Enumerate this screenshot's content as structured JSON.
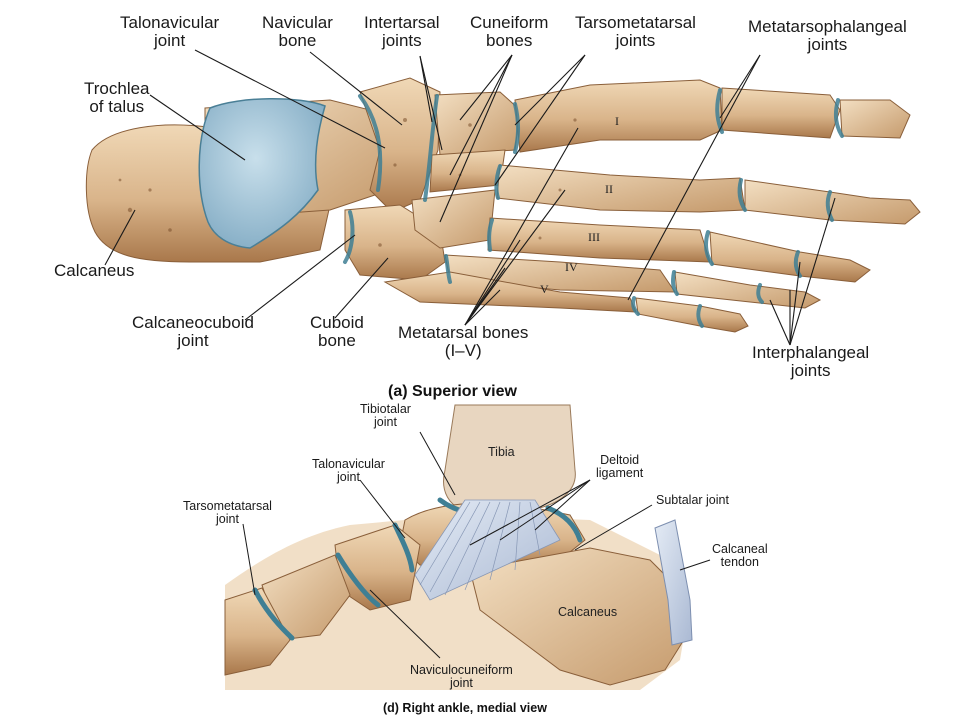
{
  "superior": {
    "caption": "(a) Superior view",
    "labels": {
      "talonavicular_1": "Talonavicular",
      "talonavicular_2": "joint",
      "navicular_1": "Navicular",
      "navicular_2": "bone",
      "intertarsal_1": "Intertarsal",
      "intertarsal_2": "joints",
      "cuneiform_1": "Cuneiform",
      "cuneiform_2": "bones",
      "tarsometatarsal_1": "Tarsometatarsal",
      "tarsometatarsal_2": "joints",
      "mtp_1": "Metatarsophalangeal",
      "mtp_2": "joints",
      "trochlea_1": "Trochlea",
      "trochlea_2": "of talus",
      "calcaneus": "Calcaneus",
      "calcaneocuboid_1": "Calcaneocuboid",
      "calcaneocuboid_2": "joint",
      "cuboid_1": "Cuboid",
      "cuboid_2": "bone",
      "metatarsal_1": "Metatarsal bones",
      "metatarsal_2": "(I–V)",
      "interphalangeal_1": "Interphalangeal",
      "interphalangeal_2": "joints"
    },
    "roman": [
      "I",
      "II",
      "III",
      "IV",
      "V"
    ]
  },
  "medial": {
    "caption": "(d) Right ankle, medial view",
    "labels": {
      "tibiotalar_1": "Tibiotalar",
      "tibiotalar_2": "joint",
      "tibia": "Tibia",
      "deltoid_1": "Deltoid",
      "deltoid_2": "ligament",
      "talonavicular_1": "Talonavicular",
      "talonavicular_2": "joint",
      "subtalar": "Subtalar joint",
      "tarsometatarsal_1": "Tarsometatarsal",
      "tarsometatarsal_2": "joint",
      "calcaneal_tendon_1": "Calcaneal",
      "calcaneal_tendon_2": "tendon",
      "calcaneus": "Calcaneus",
      "naviculocuneiform_1": "Naviculocuneiform",
      "naviculocuneiform_2": "joint"
    }
  },
  "colors": {
    "bone": "#d9b48a",
    "bone_dark": "#b98a5c",
    "bone_light": "#efd6b4",
    "cartilage": "#9fc3d8",
    "cartilage_dark": "#3f7f94",
    "ligament": "#c9d4e6",
    "leader": "#1a1a1a"
  }
}
